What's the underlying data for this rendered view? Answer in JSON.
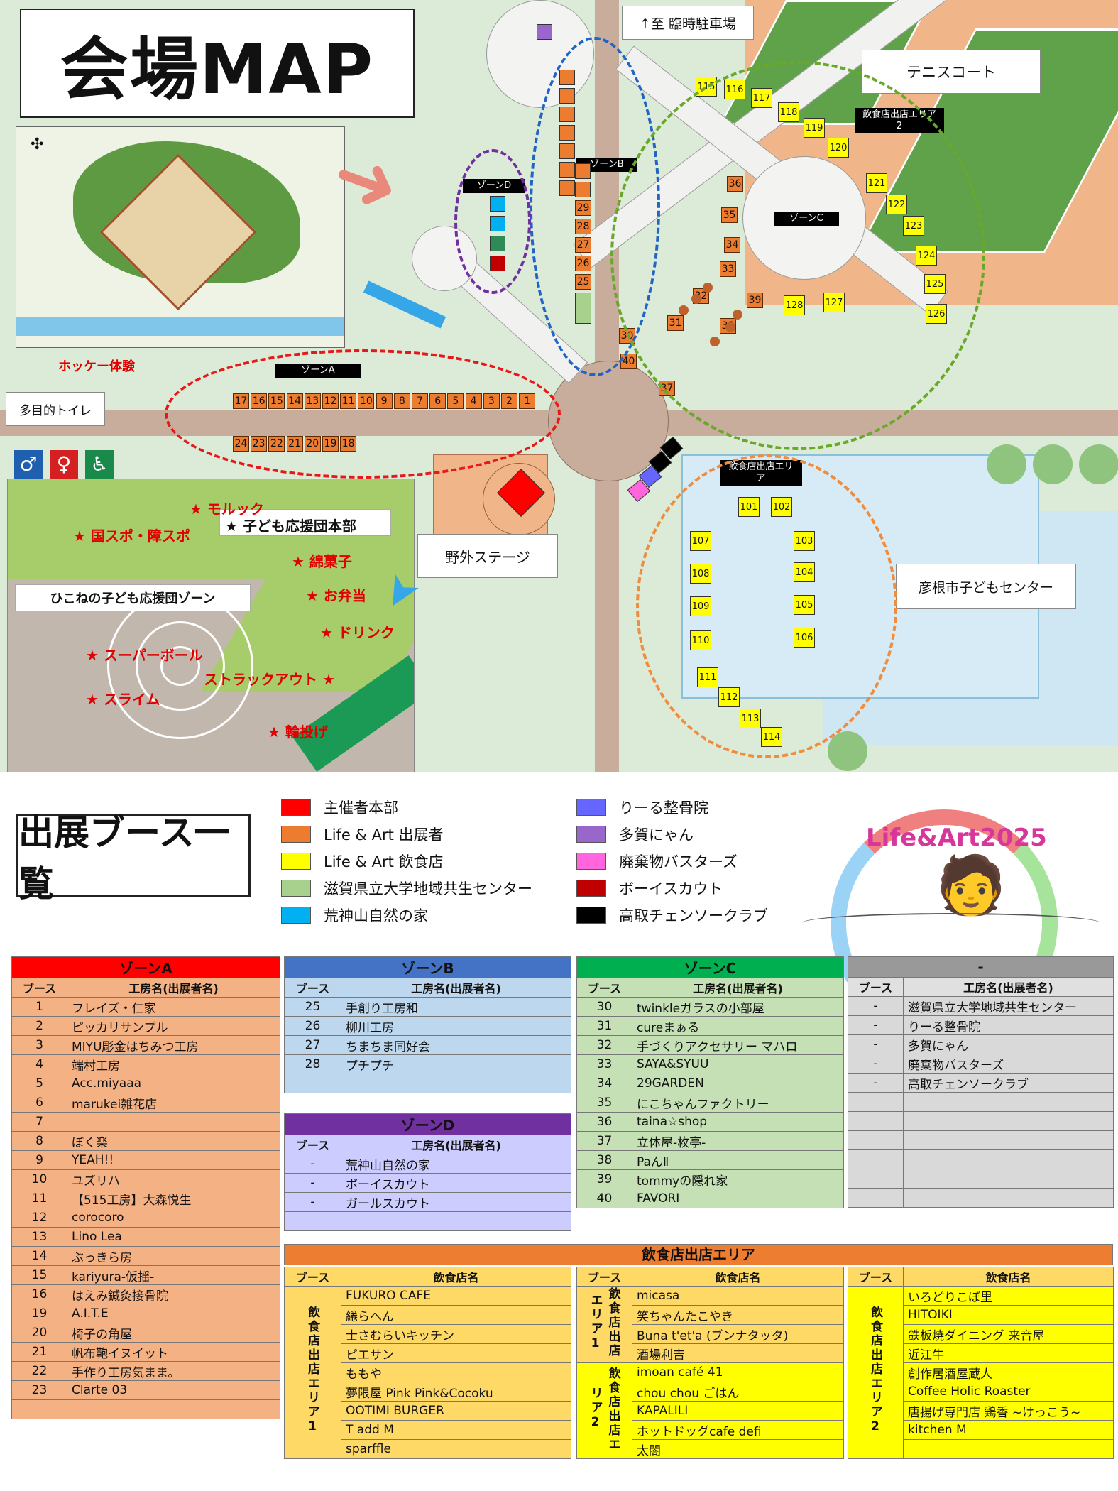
{
  "map": {
    "title": "会場MAP",
    "labels": {
      "parking": "↑至 臨時駐車場",
      "tennis": "テニスコート",
      "food_area_2": "飲食店出店エリア2",
      "food_area": "飲食店出店エリア",
      "zone_a": "ゾーンA",
      "zone_b": "ゾーンB",
      "zone_c": "ゾーンC",
      "zone_d": "ゾーンD",
      "toilet": "多目的トイレ",
      "hockey": "ホッケー体験",
      "stage": "野外ステージ",
      "kids_center": "彦根市子どもセンター"
    },
    "zone_a_top": [
      "17",
      "16",
      "15",
      "14",
      "13",
      "12",
      "11",
      "10",
      "9",
      "8",
      "7",
      "6",
      "5",
      "4",
      "3",
      "2",
      "1"
    ],
    "zone_a_bottom": [
      "24",
      "23",
      "22",
      "21",
      "20",
      "19",
      "18"
    ],
    "zone_b": [
      "29",
      "28",
      "27",
      "26",
      "25"
    ],
    "zone_c_orange": [
      "36",
      "35",
      "34",
      "33",
      "32",
      "31",
      "30",
      "40",
      "37",
      "39",
      "38"
    ],
    "food_2": [
      "115",
      "116",
      "117",
      "118",
      "119",
      "120",
      "121",
      "122",
      "123",
      "124",
      "125",
      "126",
      "127",
      "128"
    ],
    "food_1": [
      "101",
      "102",
      "103",
      "104",
      "105",
      "106",
      "107",
      "108",
      "109",
      "110",
      "111",
      "112",
      "113",
      "114"
    ],
    "inset": {
      "zone_title": "ひこねの子ども応援団ゾーン",
      "items": [
        "国スポ・障スポ",
        "モルック",
        "子ども応援団本部",
        "綿菓子",
        "お弁当",
        "ドリンク",
        "スーパーボール",
        "ストラックアウト",
        "スライム",
        "輪投げ"
      ]
    }
  },
  "legend": {
    "title": "出展ブース一覧",
    "items": [
      {
        "label": "主催者本部",
        "color": "#ff0000"
      },
      {
        "label": "Life & Art 出展者",
        "color": "#ec7c30"
      },
      {
        "label": "Life & Art 飲食店",
        "color": "#ffff00"
      },
      {
        "label": "滋賀県立大学地域共生センター",
        "color": "#a9d18e"
      },
      {
        "label": "荒神山自然の家",
        "color": "#00b0f0"
      },
      {
        "label": "りーる整骨院",
        "color": "#6666ff"
      },
      {
        "label": "多賀にゃん",
        "color": "#9966cc"
      },
      {
        "label": "廃棄物バスターズ",
        "color": "#ff66dd"
      },
      {
        "label": "ボーイスカウト",
        "color": "#c00000"
      },
      {
        "label": "高取チェンソークラブ",
        "color": "#000000"
      }
    ],
    "logo_text": "Life&Art2025"
  },
  "tables": {
    "col_booth": "ブース",
    "col_maker": "工房名(出展者名)",
    "col_food": "飲食店名",
    "zone_a": {
      "title": "ゾーンA",
      "rows": [
        [
          "1",
          "フレイズ・仁家"
        ],
        [
          "2",
          "ピッカリサンプル"
        ],
        [
          "3",
          "MIYU彫金はちみつ工房"
        ],
        [
          "4",
          "端村工房"
        ],
        [
          "5",
          "Acc.miyaaa"
        ],
        [
          "6",
          "marukei雑花店"
        ],
        [
          "7",
          ""
        ],
        [
          "8",
          "ぼく楽"
        ],
        [
          "9",
          "YEAH!!"
        ],
        [
          "10",
          "ユズリハ"
        ],
        [
          "11",
          "【515工房】大森悦生"
        ],
        [
          "12",
          "corocoro"
        ],
        [
          "13",
          "Lino Lea"
        ],
        [
          "14",
          "ぶっきら房"
        ],
        [
          "15",
          "kariyura-仮揺-"
        ],
        [
          "16",
          "はえみ鍼灸接骨院"
        ],
        [
          "19",
          "A.I.T.E"
        ],
        [
          "20",
          "椅子の角屋"
        ],
        [
          "21",
          "帆布鞄イヌイット"
        ],
        [
          "22",
          "手作り工房気まま。"
        ],
        [
          "23",
          "Clarte 03"
        ],
        [
          "",
          ""
        ]
      ]
    },
    "zone_b": {
      "title": "ゾーンB",
      "rows": [
        [
          "25",
          "手創り工房和"
        ],
        [
          "26",
          "柳川工房"
        ],
        [
          "27",
          "ちまちま同好会"
        ],
        [
          "28",
          "プチプチ"
        ],
        [
          "",
          ""
        ]
      ]
    },
    "zone_d": {
      "title": "ゾーンD",
      "rows": [
        [
          "-",
          "荒神山自然の家"
        ],
        [
          "-",
          "ボーイスカウト"
        ],
        [
          "-",
          "ガールスカウト"
        ],
        [
          "",
          ""
        ]
      ]
    },
    "zone_c": {
      "title": "ゾーンC",
      "rows": [
        [
          "30",
          "twinkleガラスの小部屋"
        ],
        [
          "31",
          "cureまぁる"
        ],
        [
          "32",
          "手づくりアクセサリー マハロ"
        ],
        [
          "33",
          "SAYA&SYUU"
        ],
        [
          "34",
          "29GARDEN"
        ],
        [
          "35",
          "にこちゃんファクトリー"
        ],
        [
          "36",
          "taina☆shop"
        ],
        [
          "37",
          "立体屋-枚亭-"
        ],
        [
          "38",
          "PaんⅡ"
        ],
        [
          "39",
          "tommyの隠れ家"
        ],
        [
          "40",
          "FAVORI"
        ]
      ]
    },
    "other": {
      "title": "-",
      "rows": [
        [
          "-",
          "滋賀県立大学地域共生センター"
        ],
        [
          "-",
          "りーる整骨院"
        ],
        [
          "-",
          "多賀にゃん"
        ],
        [
          "-",
          "廃棄物バスターズ"
        ],
        [
          "-",
          "高取チェンソークラブ"
        ],
        [
          "",
          ""
        ],
        [
          "",
          ""
        ],
        [
          "",
          ""
        ],
        [
          "",
          ""
        ],
        [
          "",
          ""
        ],
        [
          "",
          ""
        ]
      ]
    },
    "food": {
      "title": "飲食店出店エリア",
      "area1_label": "飲食店出店エリア1",
      "area1": [
        "FUKURO CAFE",
        "綣らへん",
        "士さむらいキッチン",
        "ピエサン",
        "ももや",
        "夢限屋 Pink Pink&Cocoku",
        "OOTIMI BURGER",
        "T add M",
        "sparffle"
      ],
      "area2a_label": "飲食店出店エリア1",
      "area2a": [
        "micasa",
        "笑ちゃんたこやき",
        "Buna t'et'a (ブンナタッタ)",
        "酒場利吉"
      ],
      "area2b_label": "飲食店出店エリア2",
      "area2b": [
        "imoan café 41",
        "chou chou ごはん",
        "KAPALILI",
        "ホットドッグcafe defi",
        "太閤"
      ],
      "area3_label": "飲食店出店エリア2",
      "area3": [
        "いろどりこぼ里",
        "HITOIKI",
        "鉄板焼ダイニング 来音屋",
        "近江牛",
        "創作居酒屋蔵人",
        "Coffee Holic Roaster",
        "唐揚げ専門店 鶏香 ~けっこう~",
        "kitchen M",
        ""
      ]
    }
  }
}
